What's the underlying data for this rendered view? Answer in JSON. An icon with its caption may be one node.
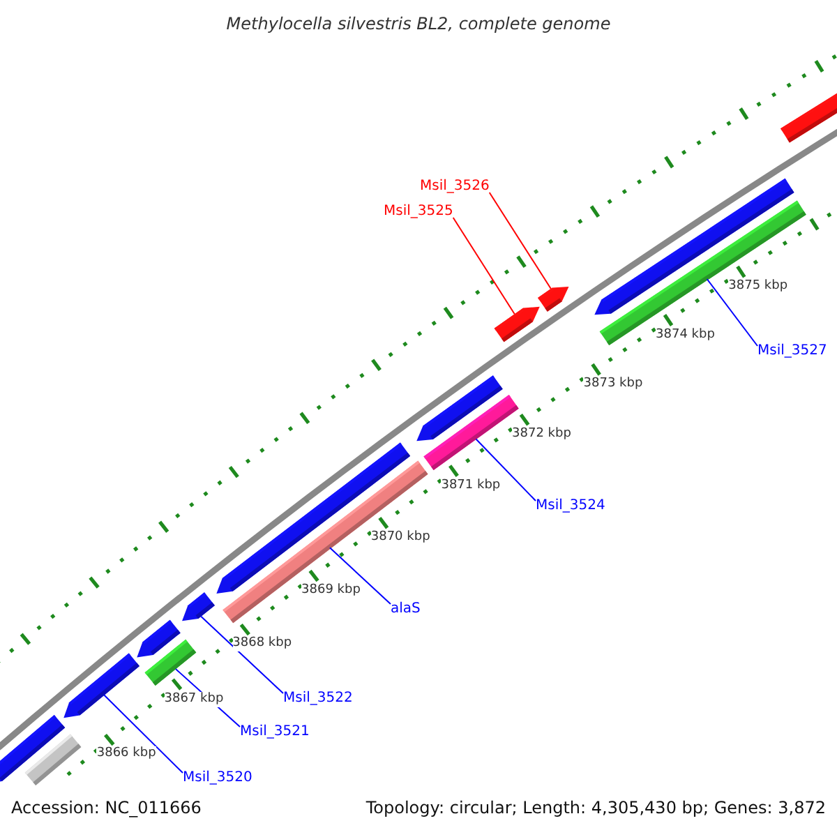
{
  "diagram": {
    "title": "Methylocella silvestris BL2, complete genome",
    "nodes": [
      {
        "text": [
          "Msil_3526"
        ]
      },
      {
        "text": [
          "Msil_3525"
        ]
      },
      {
        "text": [
          "Msil_3527"
        ]
      },
      {
        "text": [
          "Msil_3524"
        ]
      },
      {
        "text": [
          "alaS"
        ]
      },
      {
        "text": [
          "Msil_3522"
        ]
      },
      {
        "text": [
          "Msil_3521"
        ]
      },
      {
        "text": [
          "Msil_3520"
        ]
      },
      {
        "text": [],
        "shape": "bar"
      },
      {
        "text": [],
        "shape": "arrow"
      },
      {
        "text": [],
        "shape": "arrow"
      },
      {
        "text": [],
        "shape": "arrow"
      },
      {
        "text": [],
        "shape": "bar"
      },
      {
        "text": [],
        "shape": "arrow"
      },
      {
        "text": [],
        "shape": "arrow"
      },
      {
        "text": [],
        "shape": "bar"
      },
      {
        "text": [],
        "shape": "arrow"
      },
      {
        "text": [],
        "shape": "bar"
      },
      {
        "text": [],
        "shape": "arrow"
      },
      {
        "text": [],
        "shape": "arrow"
      },
      {
        "text": [],
        "shape": "arrow"
      },
      {
        "text": [],
        "shape": "bar"
      },
      {
        "text": [],
        "shape": "arrow"
      }
    ],
    "edges": [
      {
        "from": 0,
        "to": 19,
        "arrow": "none",
        "color": "#ff0000"
      },
      {
        "from": 1,
        "to": 18,
        "arrow": "none",
        "color": "#ff0000"
      },
      {
        "from": 2,
        "to": 21,
        "arrow": "none"
      },
      {
        "from": 3,
        "to": 17,
        "arrow": "none"
      },
      {
        "from": 4,
        "to": 15,
        "arrow": "none"
      },
      {
        "from": 5,
        "to": 13,
        "arrow": "none"
      },
      {
        "from": 6,
        "to": 12,
        "arrow": "none"
      },
      {
        "from": 7,
        "to": 10,
        "arrow": "none"
      }
    ],
    "labels": [
      "3866 kbp",
      "3867 kbp",
      "3868 kbp",
      "3869 kbp",
      "3870 kbp",
      "3871 kbp",
      "3872 kbp",
      "3873 kbp",
      "3874 kbp",
      "3875 kbp",
      "Accession: NC_011666",
      "Topology: circular; Length: 4,305,430 bp; Genes: 3,872"
    ]
  }
}
